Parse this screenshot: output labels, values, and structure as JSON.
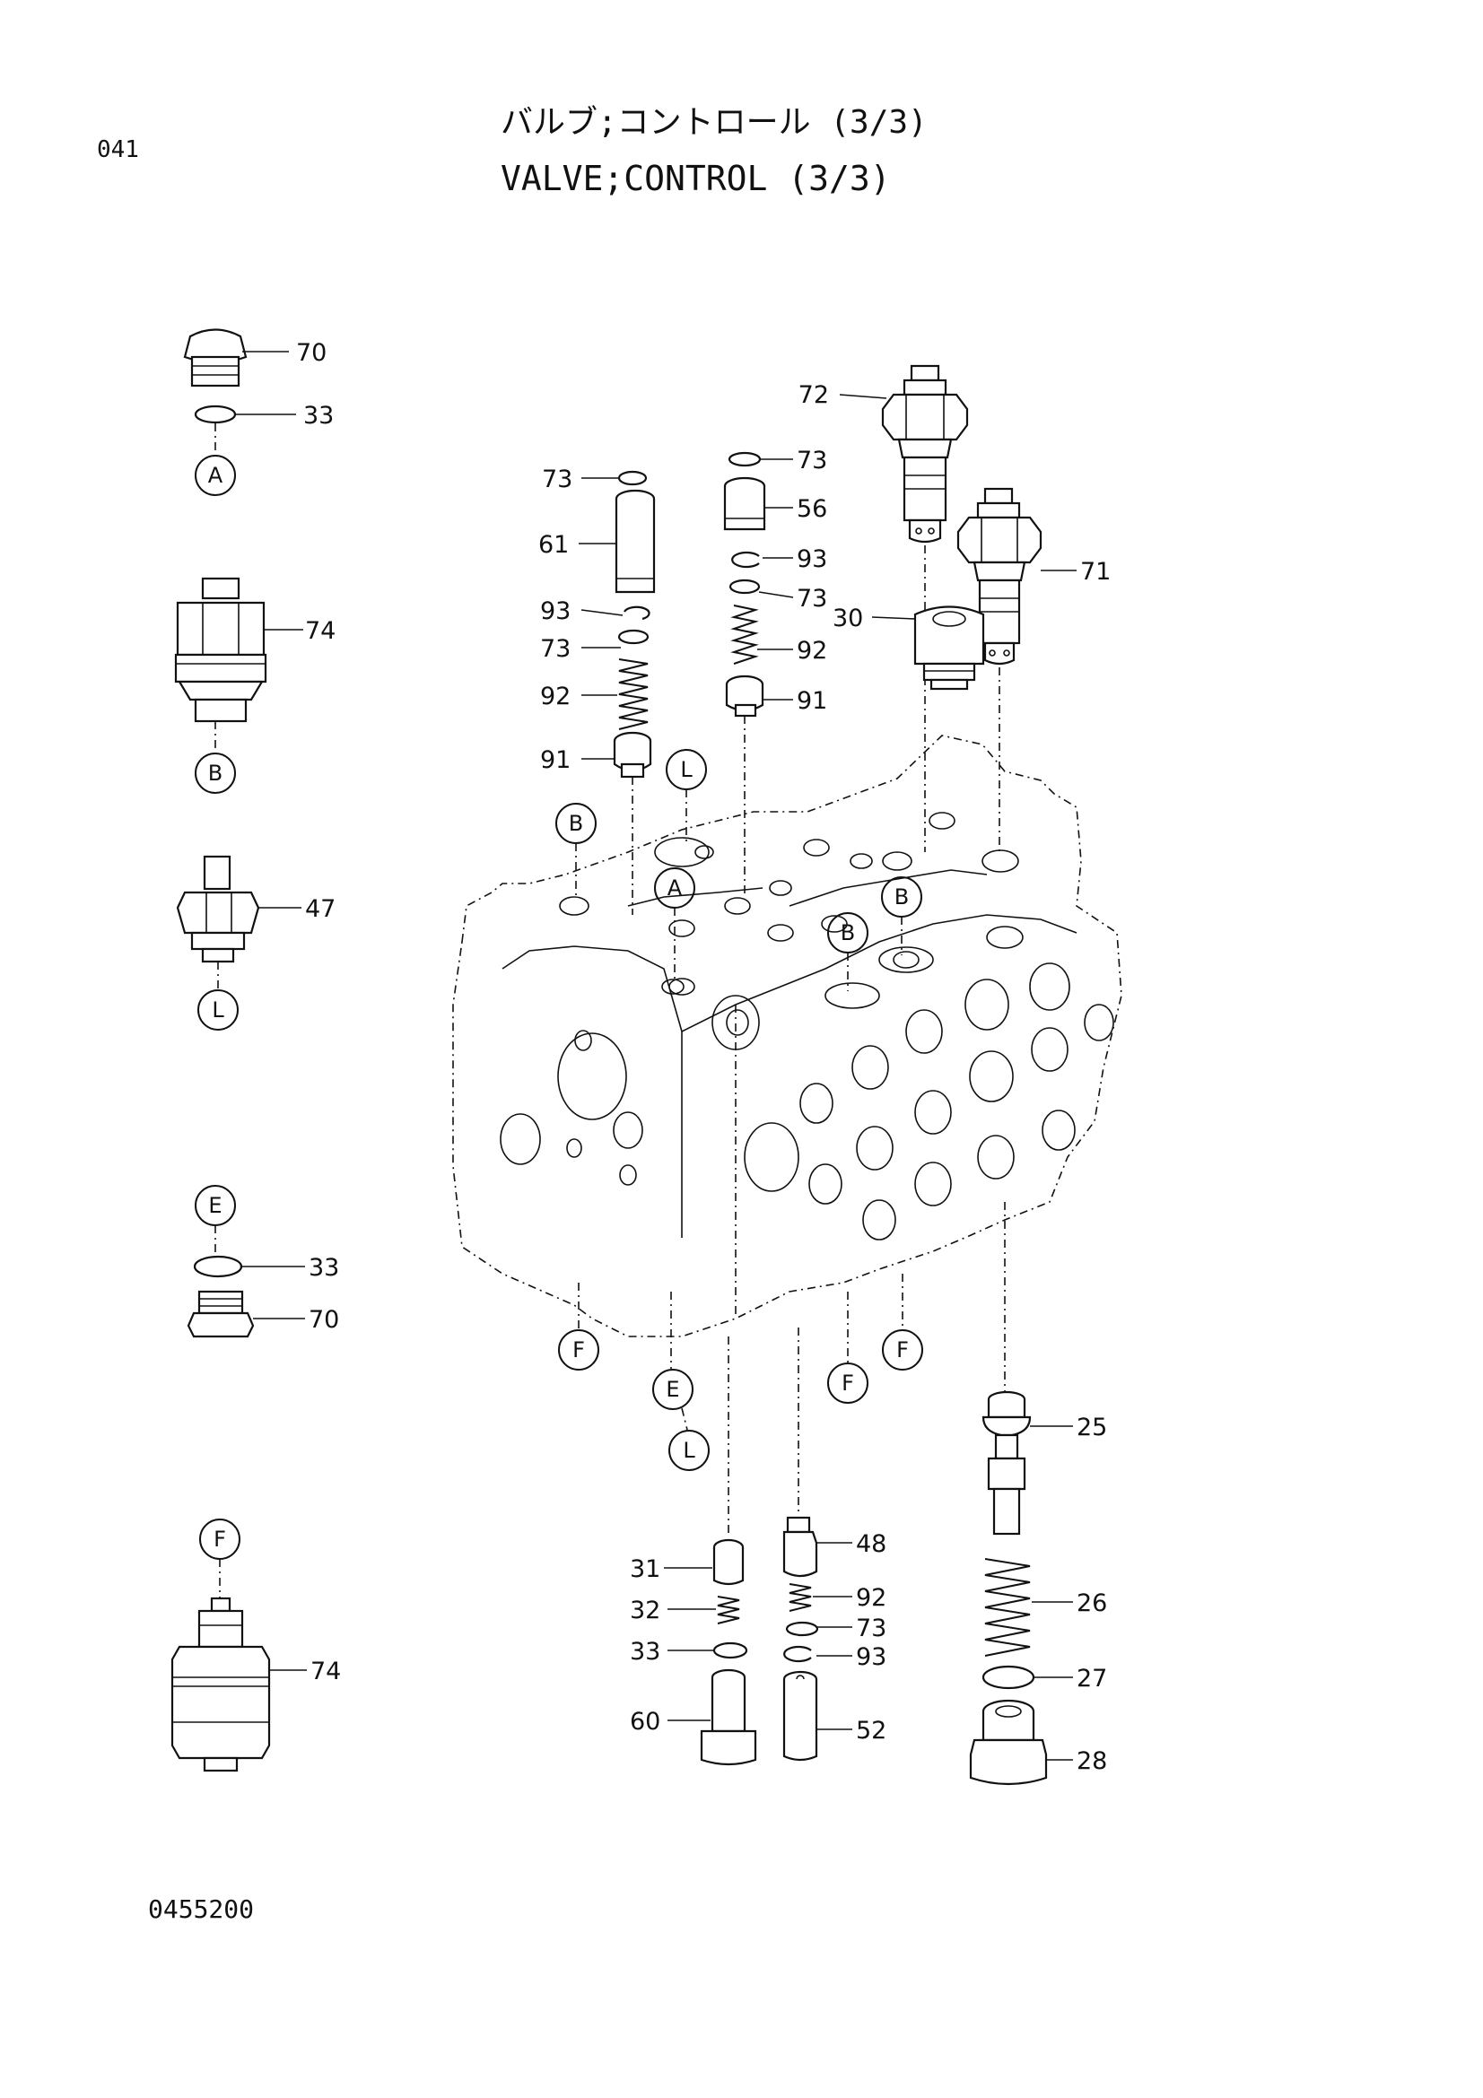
{
  "page": {
    "code": "041",
    "title_jp": "バルブ;コントロール (3/3)",
    "title_en": "VALVE;CONTROL (3/3)",
    "drawing_number": "0455200"
  },
  "callouts": {
    "c70a": "70",
    "c33a": "33",
    "c74a": "74",
    "c47": "47",
    "c33b": "33",
    "c70b": "70",
    "c74b": "74",
    "c73a": "73",
    "c61": "61",
    "c93a": "93",
    "c73b": "73",
    "c92a": "92",
    "c91a": "91",
    "c73c": "73",
    "c56": "56",
    "c93b": "93",
    "c73d": "73",
    "c92b": "92",
    "c91b": "91",
    "c72": "72",
    "c71": "71",
    "c30": "30",
    "c25": "25",
    "c26": "26",
    "c27": "27",
    "c28": "28",
    "c31": "31",
    "c32": "32",
    "c33c": "33",
    "c60": "60",
    "c48": "48",
    "c92c": "92",
    "c73e": "73",
    "c93c": "93",
    "c52": "52"
  },
  "refs": {
    "A": "A",
    "B": "B",
    "L": "L",
    "E": "E",
    "F": "F"
  }
}
